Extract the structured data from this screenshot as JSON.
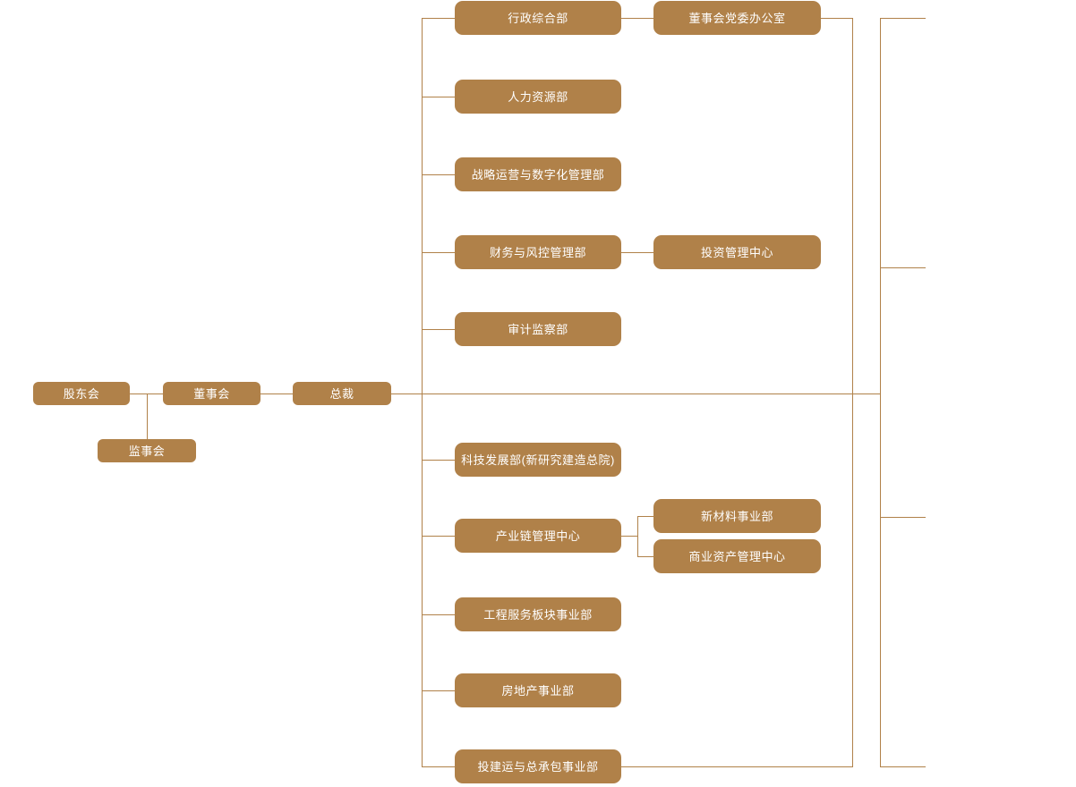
{
  "diagram": {
    "type": "org-chart",
    "accent_color": "#b08149",
    "node_text_color": "#ffffff",
    "background_color": "#ffffff",
    "nodes": {
      "shareholders": {
        "label": "股东会"
      },
      "board": {
        "label": "董事会"
      },
      "supervisory": {
        "label": "监事会"
      },
      "president": {
        "label": "总裁"
      },
      "admin_general": {
        "label": "行政综合部"
      },
      "board_party_office": {
        "label": "董事会党委办公室"
      },
      "human_resources": {
        "label": "人力资源部"
      },
      "strategy_digital": {
        "label": "战略运营与数字化管理部"
      },
      "finance_risk": {
        "label": "财务与风控管理部"
      },
      "investment_center": {
        "label": "投资管理中心"
      },
      "audit_supervision": {
        "label": "审计监察部"
      },
      "tech_development": {
        "label": "科技发展部(新研究建造总院)"
      },
      "industry_chain": {
        "label": "产业链管理中心"
      },
      "new_materials": {
        "label": "新材料事业部"
      },
      "commercial_assets": {
        "label": "商业资产管理中心"
      },
      "engineering_services": {
        "label": "工程服务板块事业部"
      },
      "real_estate": {
        "label": "房地产事业部"
      },
      "invest_build_epc": {
        "label": "投建运与总承包事业部"
      }
    }
  }
}
